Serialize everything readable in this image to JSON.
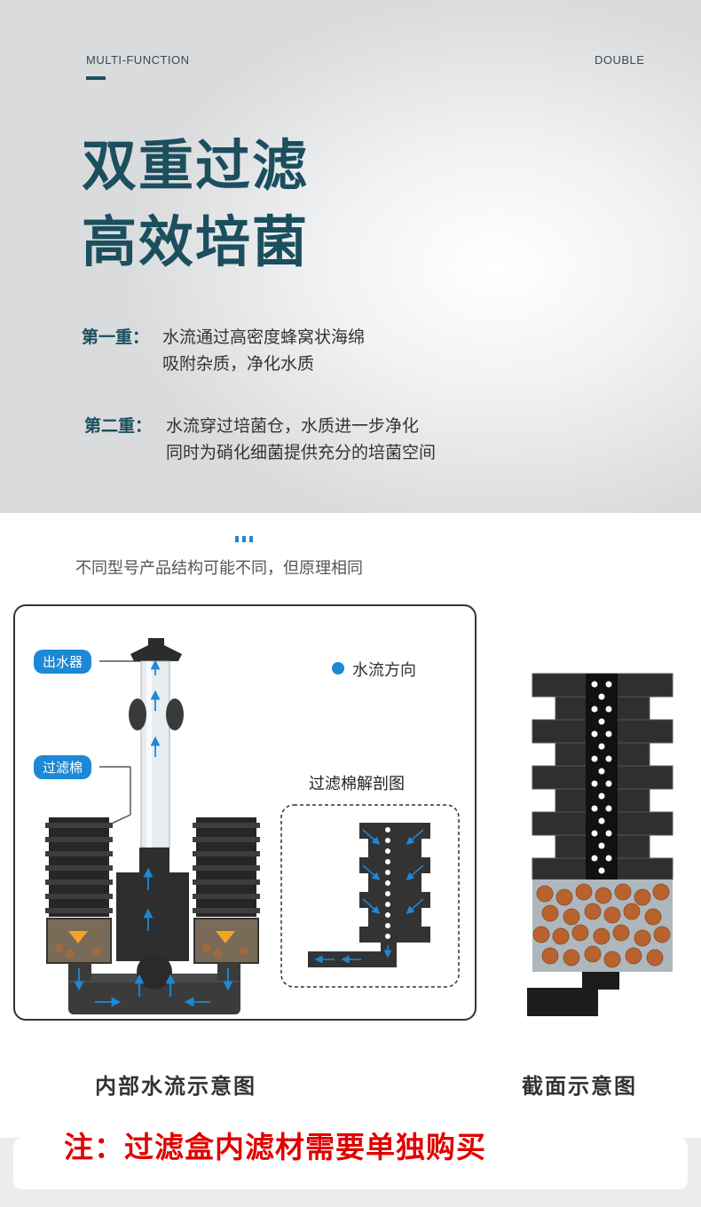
{
  "header": {
    "tag_left": "MULTI-FUNCTION",
    "tag_right": "DOUBLE",
    "title_line1": "双重过滤",
    "title_line2": "高效培菌"
  },
  "stages": [
    {
      "label": "第一重：",
      "lines": [
        "水流通过高密度蜂窝状海绵",
        "吸附杂质，净化水质"
      ]
    },
    {
      "label": "第二重：",
      "lines": [
        "水流穿过培菌仓，水质进一步净化",
        "同时为硝化细菌提供充分的培菌空间"
      ]
    }
  ],
  "subnote": "不同型号产品结构可能不同，但原理相同",
  "diagram": {
    "callout_outlet": "出水器",
    "callout_sponge": "过滤棉",
    "legend": "水流方向",
    "section_title": "过滤棉解剖图",
    "caption_left": "内部水流示意图",
    "caption_right": "截面示意图"
  },
  "note": "注：过滤盒内滤材需要单独购买",
  "colors": {
    "accent": "#1b4f5e",
    "flow": "#1d88d6",
    "warning": "#e10000"
  }
}
